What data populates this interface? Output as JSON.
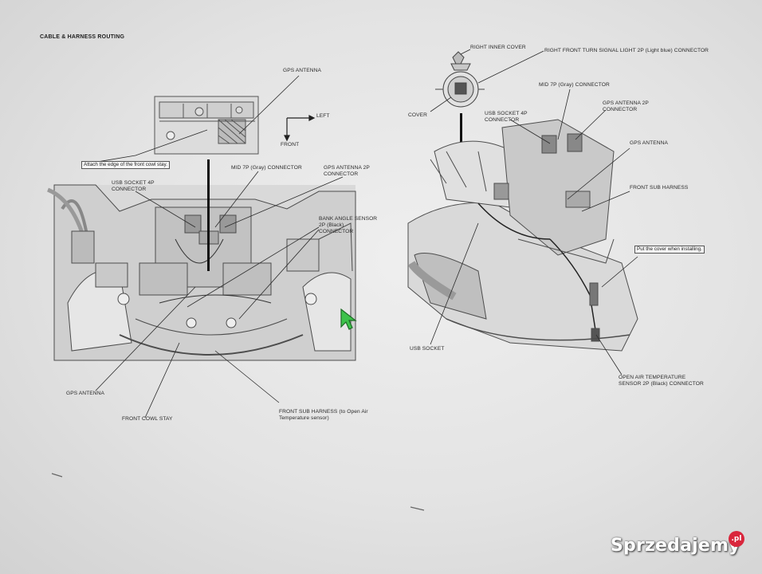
{
  "title": "CABLE & HARNESS ROUTING",
  "left_diagram": {
    "gps_antenna_top": "GPS ANTENNA",
    "dir_left": "LEFT",
    "dir_front": "FRONT",
    "note_front_cowl": "Attach the edge of the front cowl stay.",
    "mid_connector": "MID 7P (Gray) CONNECTOR",
    "usb_socket_line1": "USB SOCKET 4P",
    "usb_socket_line2": "CONNECTOR",
    "gps_antenna_2p_line1": "GPS ANTENNA 2P",
    "gps_antenna_2p_line2": "CONNECTOR",
    "bank_angle_line1": "BANK ANGLE SENSOR",
    "bank_angle_line2": "2P (Black)",
    "bank_angle_line3": "CONNECTOR",
    "gps_antenna_bottom": "GPS ANTENNA",
    "front_cowl_stay": "FRONT COWL STAY",
    "front_sub_harness_line1": "FRONT SUB HARNESS (to Open Air",
    "front_sub_harness_line2": "Temperature sensor)"
  },
  "right_diagram": {
    "right_inner_cover": "RIGHT INNER COVER",
    "turn_signal_connector": "RIGHT FRONT TURN SIGNAL LIGHT 2P (Light blue) CONNECTOR",
    "cover": "COVER",
    "mid_connector": "MID 7P (Gray) CONNECTOR",
    "usb_socket_line1": "USB SOCKET 4P",
    "usb_socket_line2": "CONNECTOR",
    "gps_antenna_2p_line1": "GPS ANTENNA 2P",
    "gps_antenna_2p_line2": "CONNECTOR",
    "gps_antenna": "GPS ANTENNA",
    "front_sub_harness": "FRONT SUB HARNESS",
    "note_cover": "Put the cover when installing.",
    "usb_socket": "USB SOCKET",
    "open_air_line1": "OPEN AIR TEMPERATURE",
    "open_air_line2": "SENSOR 2P (Black) CONNECTOR"
  },
  "watermark": {
    "brand": "Sprzedajemy",
    "suffix": ".pl"
  }
}
